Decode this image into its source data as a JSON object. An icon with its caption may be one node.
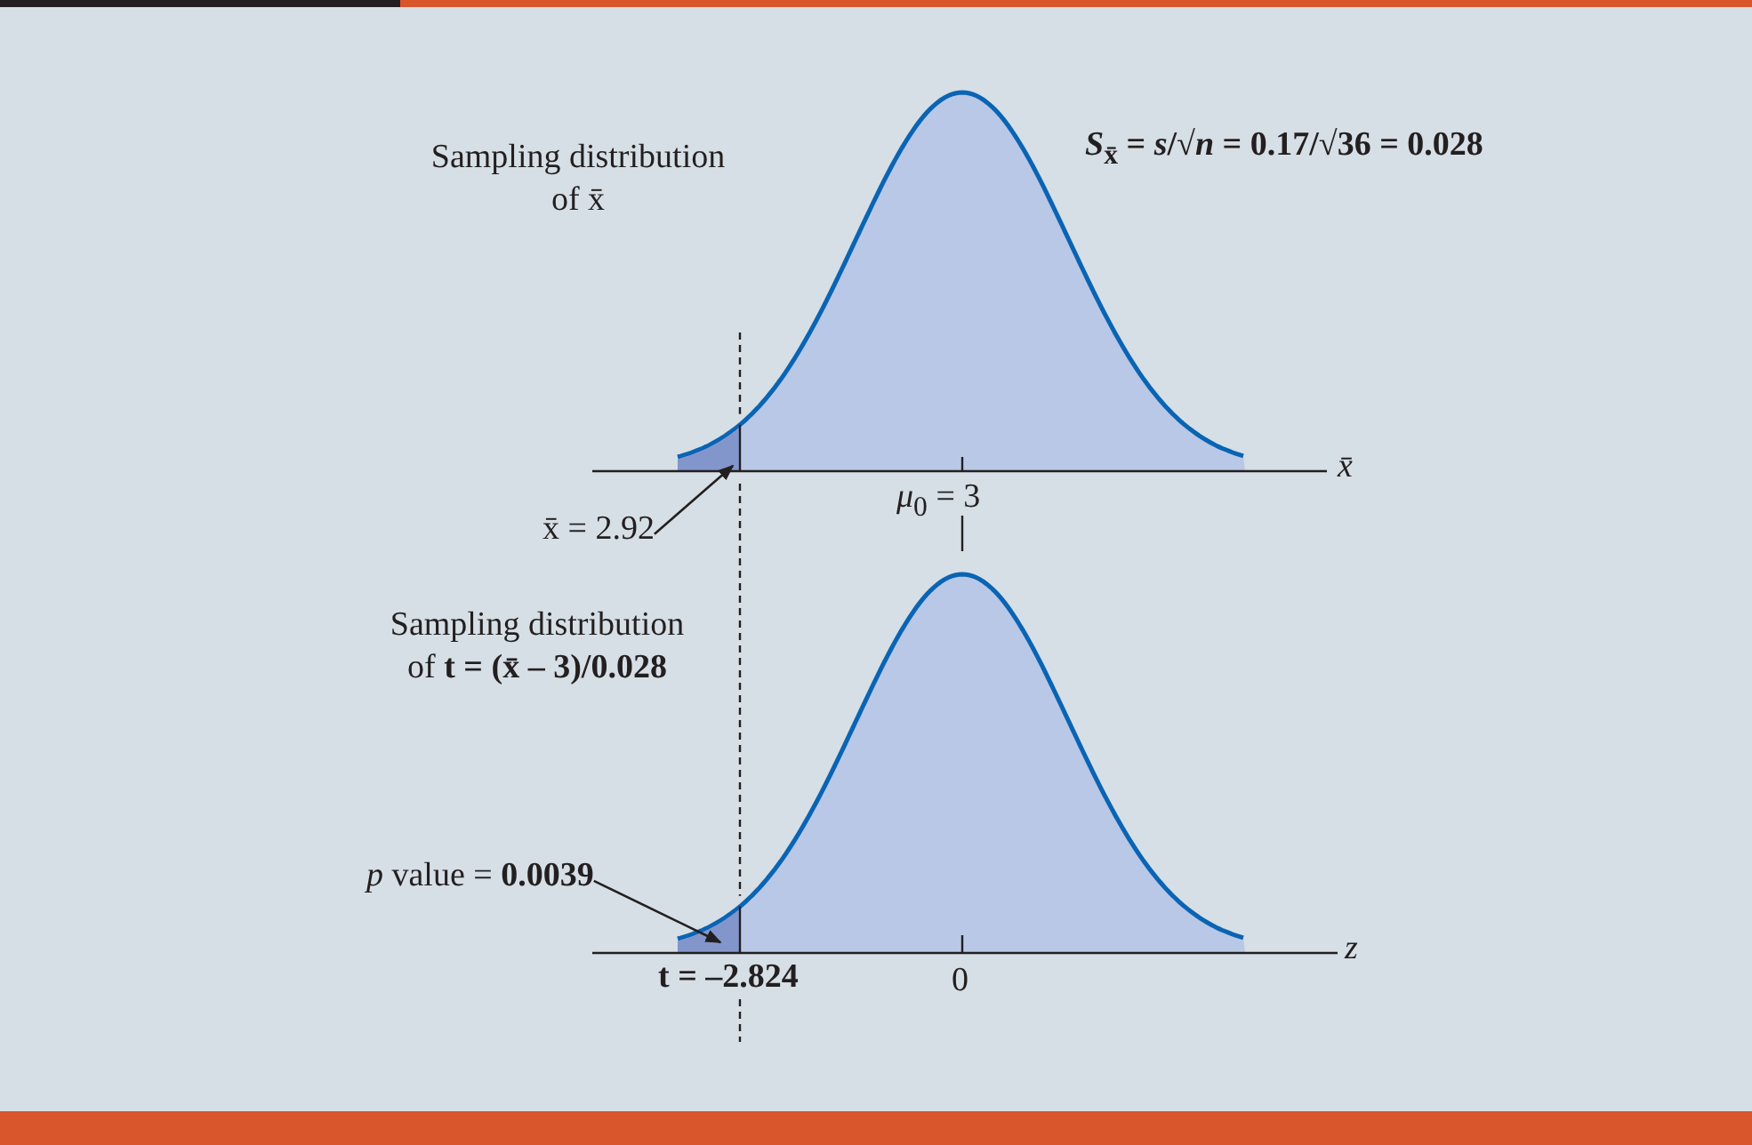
{
  "diagram": {
    "nodes": [
      {
        "text": [],
        "shape": "area"
      },
      {
        "text": [
          "x̄ = 2.92"
        ]
      },
      {
        "text": [
          "*p* value = **0.0039**"
        ]
      },
      {
        "text": [],
        "shape": "area"
      }
    ],
    "edges": [
      {
        "from": 1,
        "to": 0,
        "arrow": "to"
      },
      {
        "from": 2,
        "to": 3,
        "arrow": "to"
      }
    ],
    "labels": [
      "Sampling distribution of x̄",
      "*S*$_{x̄}$ = *s*/√*n* = 0.17/√36 = 0.028",
      "x̄",
      "*μ*$_{0}$ = 3",
      "Sampling distribution of **t = (x̄ – 3)/0.028**",
      "z",
      "t = –2.824",
      "0"
    ]
  }
}
